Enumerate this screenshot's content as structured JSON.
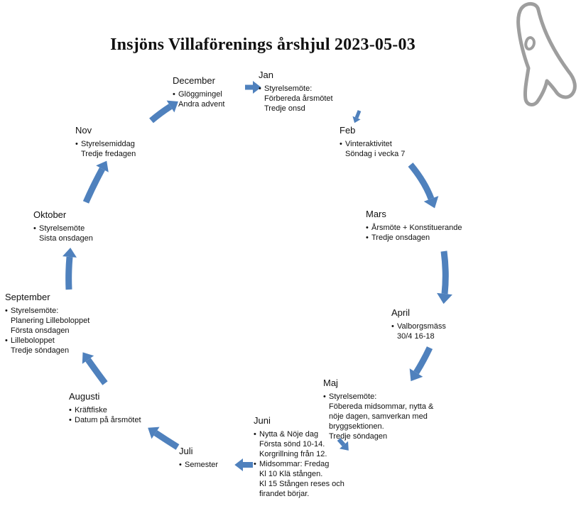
{
  "title": "Insjöns Villaförenings årshjul 2023-05-03",
  "colors": {
    "arrow": "#4f81bd",
    "logo": "#9e9e9e"
  },
  "logo_icon": "diver-figure-icon",
  "months": [
    {
      "id": "december",
      "name": "December",
      "bullets": [
        {
          "lines": [
            "Glöggmingel",
            "Andra advent"
          ]
        }
      ]
    },
    {
      "id": "jan",
      "name": "Jan",
      "bullets": [
        {
          "lines": [
            "Styrelsemöte:",
            "Förbereda årsmötet",
            "Tredje onsd"
          ]
        }
      ]
    },
    {
      "id": "feb",
      "name": "Feb",
      "bullets": [
        {
          "lines": [
            "Vinteraktivitet",
            "Söndag i vecka 7"
          ]
        }
      ]
    },
    {
      "id": "mars",
      "name": "Mars",
      "bullets": [
        {
          "lines": [
            "Årsmöte + Konstituerande"
          ]
        },
        {
          "lines": [
            "Tredje onsdagen"
          ]
        }
      ]
    },
    {
      "id": "april",
      "name": "April",
      "bullets": [
        {
          "lines": [
            "Valborgsmäss",
            "30/4 16-18"
          ]
        }
      ]
    },
    {
      "id": "maj",
      "name": "Maj",
      "bullets": [
        {
          "lines": [
            "Styrelsemöte:",
            "Föbereda midsommar, nytta &",
            "nöje dagen, samverkan med",
            "bryggsektionen.",
            "Tredje söndagen"
          ]
        }
      ]
    },
    {
      "id": "juni",
      "name": "Juni",
      "bullets": [
        {
          "lines": [
            "Nytta & Nöje dag",
            "Första sönd 10-14.",
            "Korgrillning från 12."
          ]
        },
        {
          "lines": [
            "Midsommar: Fredag",
            "Kl 10 Klä stången.",
            "Kl 15 Stången reses och",
            "firandet börjar."
          ]
        }
      ]
    },
    {
      "id": "juli",
      "name": "Juli",
      "bullets": [
        {
          "lines": [
            "Semester"
          ]
        }
      ]
    },
    {
      "id": "augusti",
      "name": "Augusti",
      "bullets": [
        {
          "lines": [
            "Kräftfiske"
          ]
        },
        {
          "lines": [
            "Datum på årsmötet"
          ]
        }
      ]
    },
    {
      "id": "september",
      "name": "September",
      "bullets": [
        {
          "lines": [
            "Styrelsemöte:",
            "Planering Lilleboloppet",
            "Första onsdagen"
          ]
        },
        {
          "lines": [
            "Lilleboloppet",
            "Tredje söndagen"
          ]
        }
      ]
    },
    {
      "id": "oktober",
      "name": "Oktober",
      "bullets": [
        {
          "lines": [
            "Styrelsemöte",
            "Sista onsdagen"
          ]
        }
      ]
    },
    {
      "id": "nov",
      "name": "Nov",
      "bullets": [
        {
          "lines": [
            "Styrelsemiddag",
            "Tredje fredagen"
          ]
        }
      ]
    }
  ]
}
